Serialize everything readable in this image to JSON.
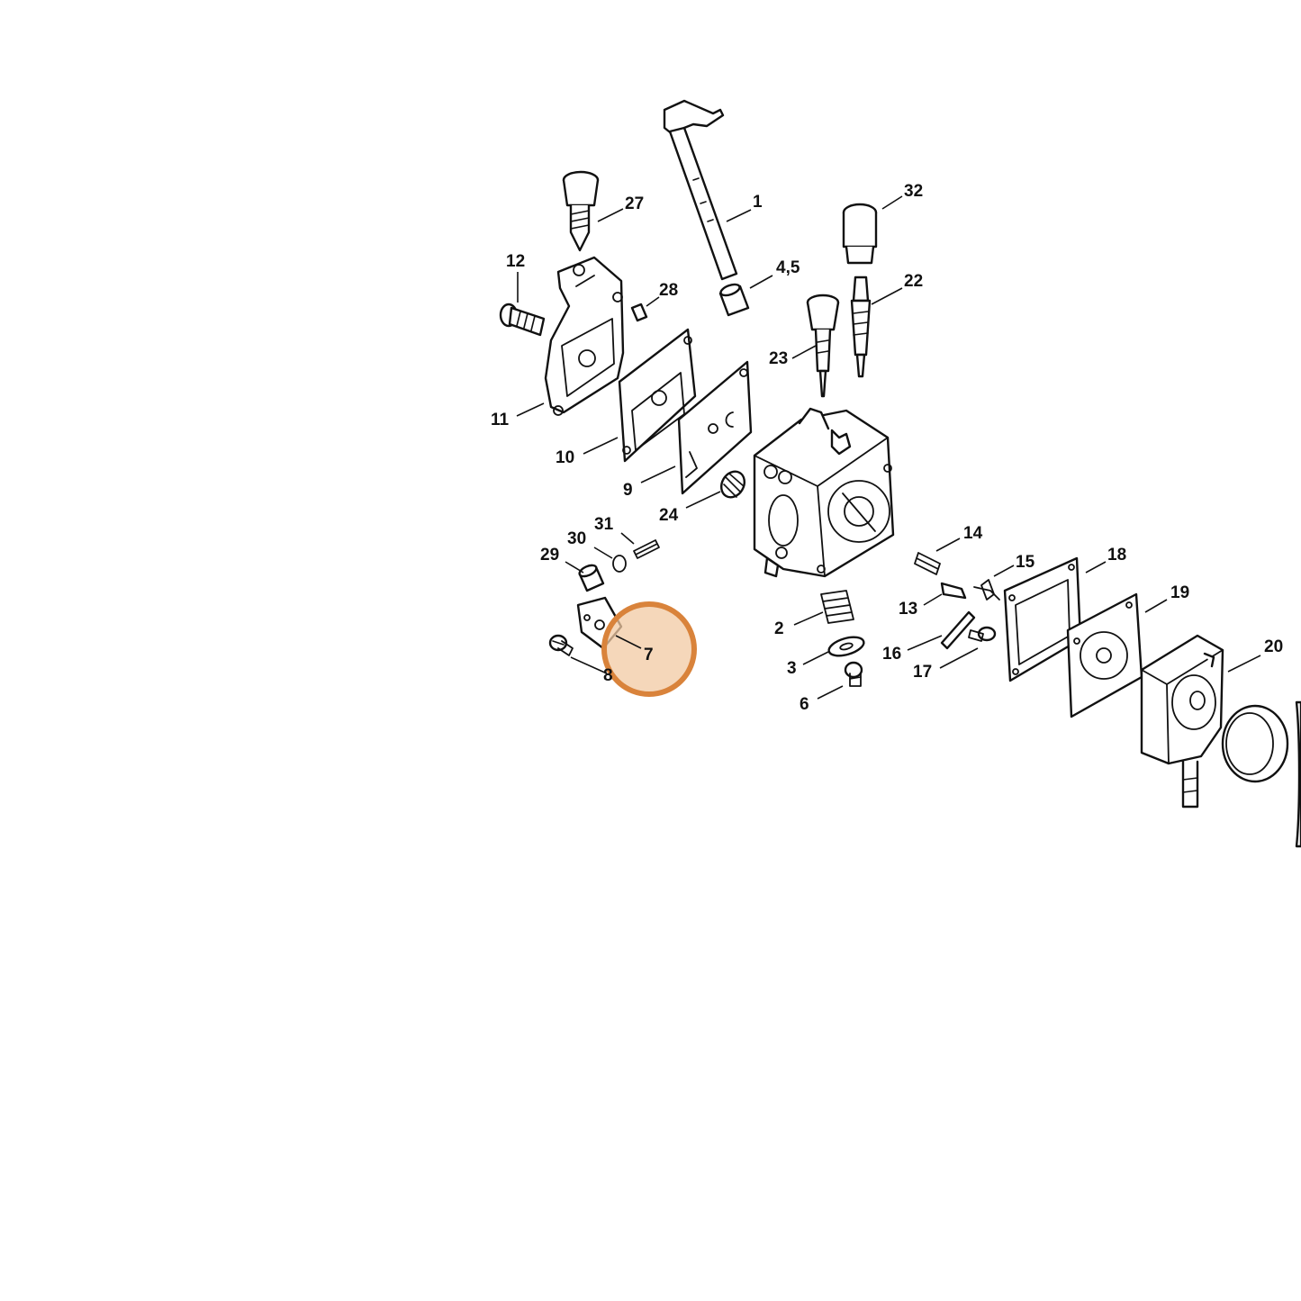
{
  "highlight": {
    "part": "7",
    "fill": "#f2c9a3",
    "stroke": "#d9833b"
  },
  "callouts": {
    "p1": "1",
    "p2": "2",
    "p3": "3",
    "p45": "4,5",
    "p6": "6",
    "p7": "7",
    "p8": "8",
    "p9": "9",
    "p10": "10",
    "p11": "11",
    "p12": "12",
    "p13": "13",
    "p14": "14",
    "p15": "15",
    "p16": "16",
    "p17": "17",
    "p18": "18",
    "p19": "19",
    "p20": "20",
    "p22": "22",
    "p23": "23",
    "p24": "24",
    "p27": "27",
    "p28": "28",
    "p29": "29",
    "p30": "30",
    "p31": "31",
    "p32": "32"
  }
}
